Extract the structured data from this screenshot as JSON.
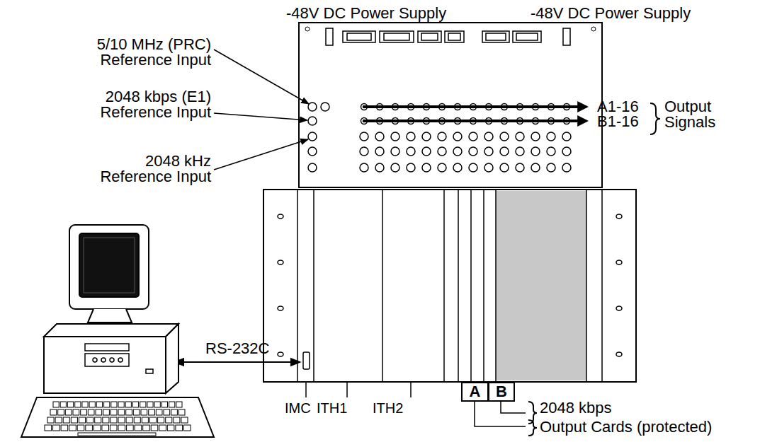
{
  "diagram": {
    "nodes": [
      {
        "text": [
          "A"
        ]
      },
      {
        "text": [
          "B"
        ]
      }
    ],
    "labels": [
      "-48V DC Power Supply",
      "-48V DC Power Supply",
      "5/10 MHz (PRC) Reference Input",
      "2048 kbps (E1) Reference Input",
      "2048 kHz Reference Input",
      "A1-16",
      "B1-16",
      "Output Signals",
      "RS-232C",
      "IMC",
      "ITH1",
      "ITH2",
      "2048 kbps",
      "Output Cards (protected)"
    ]
  }
}
